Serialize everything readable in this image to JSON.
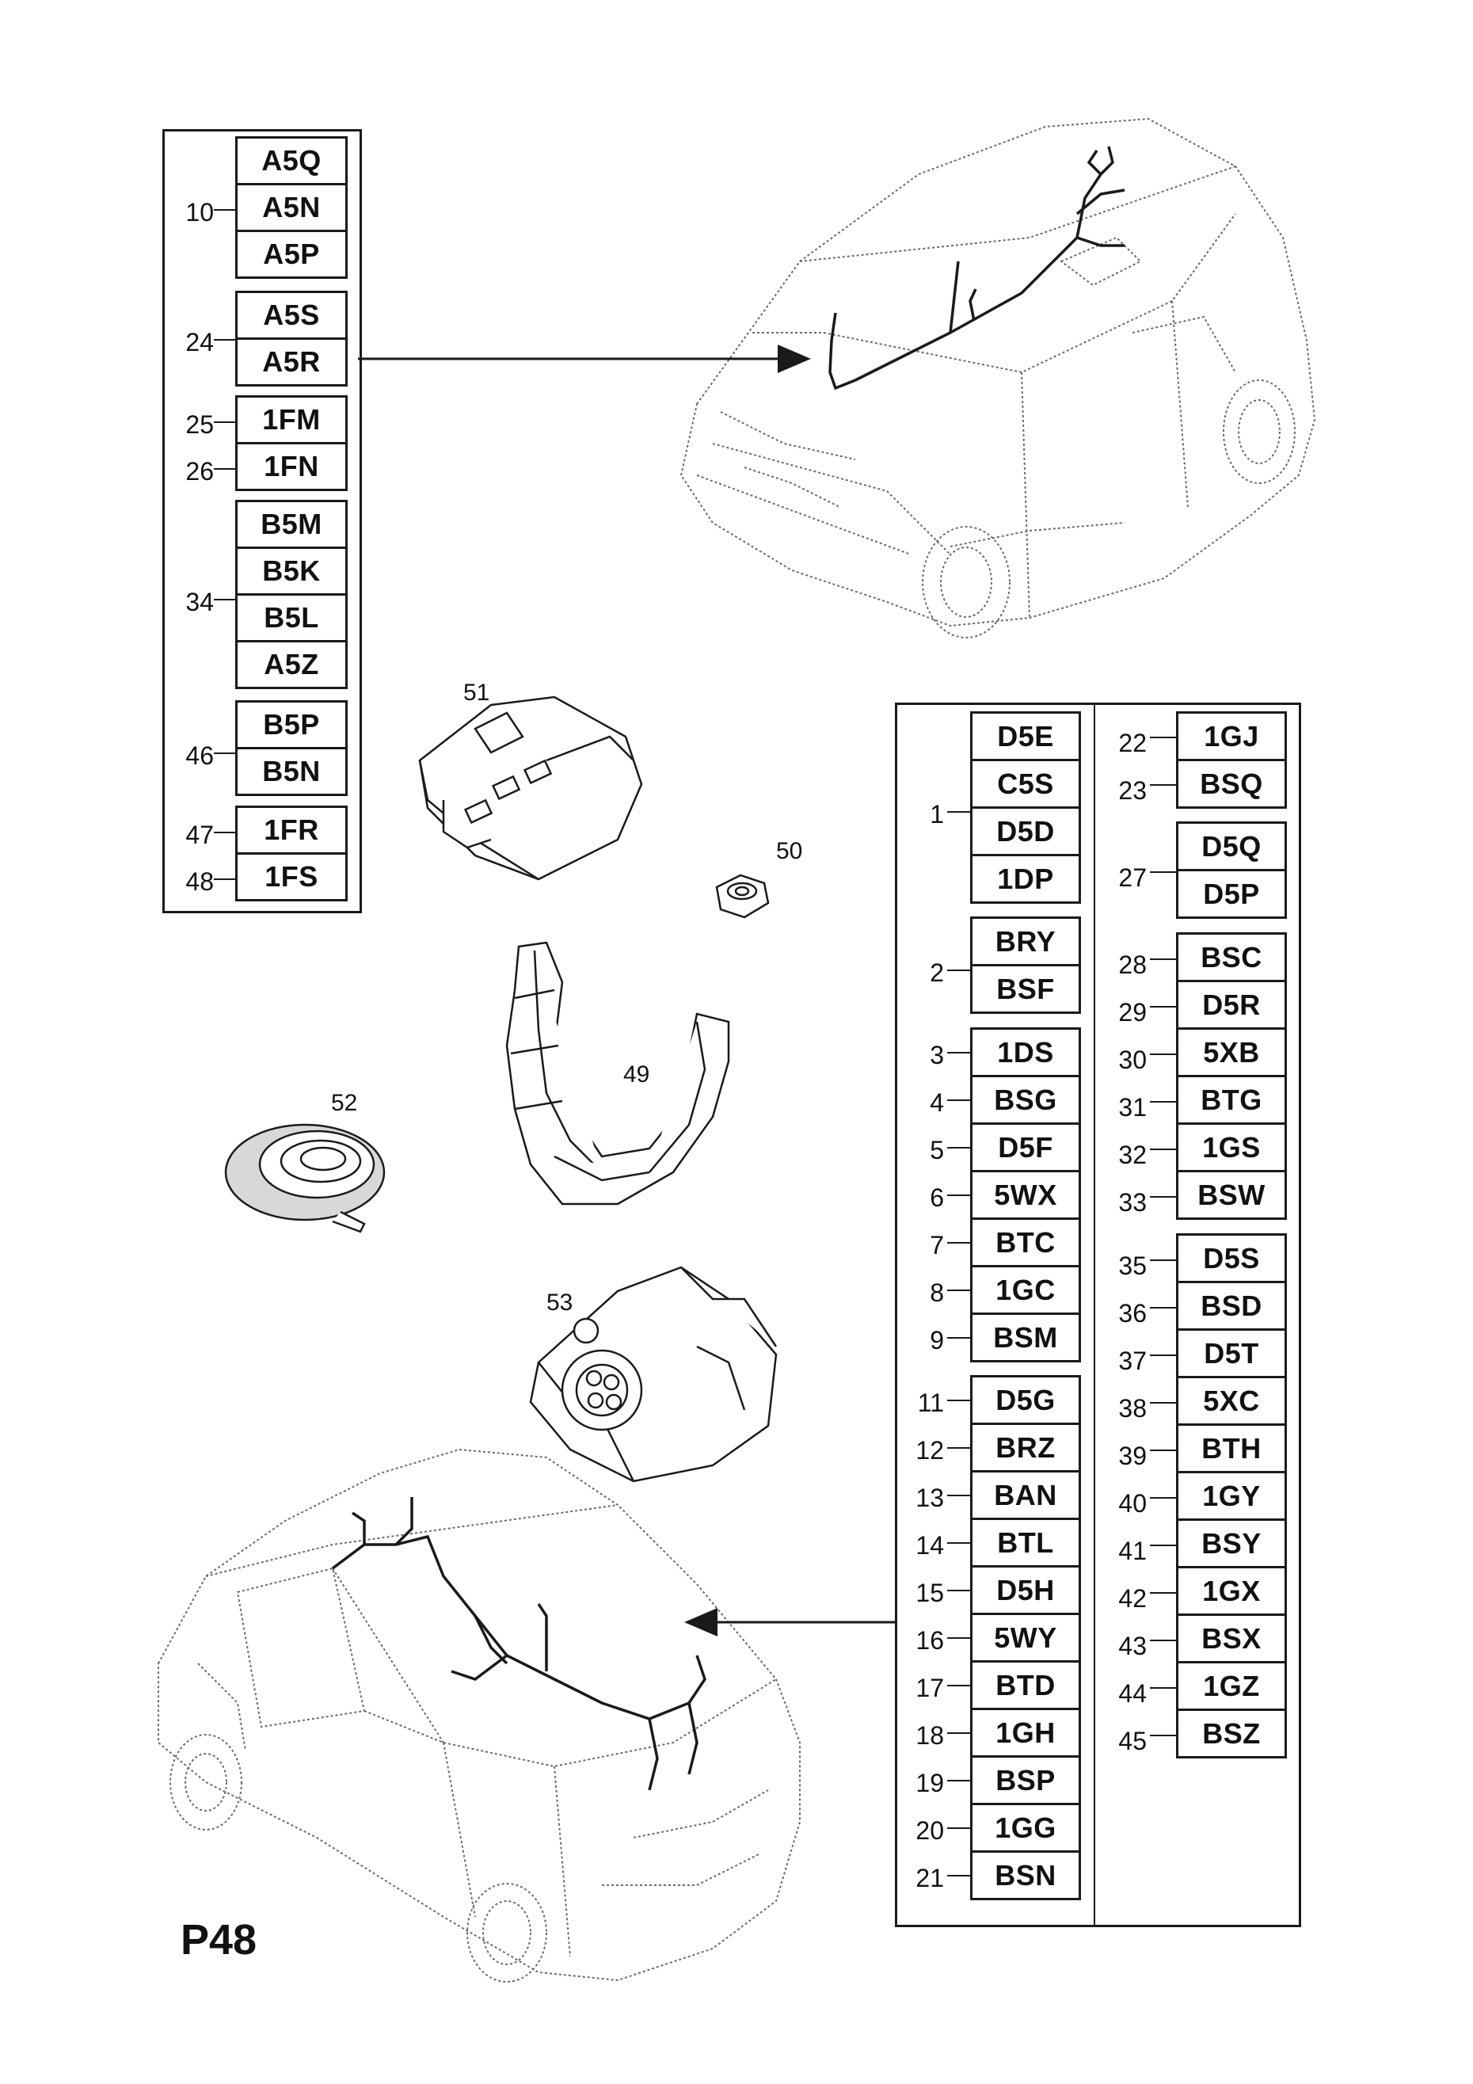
{
  "page_code": "P48",
  "left_table": {
    "groups": [
      {
        "ref": "10",
        "codes": [
          "A5Q",
          "A5N",
          "A5P"
        ]
      },
      {
        "ref": "24",
        "codes": [
          "A5S",
          "A5R"
        ]
      },
      {
        "ref": [
          "25",
          "26"
        ],
        "codes": [
          "1FM",
          "1FN"
        ]
      },
      {
        "ref": "34",
        "codes": [
          "B5M",
          "B5K",
          "B5L",
          "A5Z"
        ]
      },
      {
        "ref": "46",
        "codes": [
          "B5P",
          "B5N"
        ]
      },
      {
        "ref": [
          "47",
          "48"
        ],
        "codes": [
          "1FR",
          "1FS"
        ]
      }
    ]
  },
  "right_table": {
    "col1": [
      {
        "ref": "1",
        "codes": [
          "D5E",
          "C5S",
          "D5D",
          "1DP"
        ]
      },
      {
        "ref": "2",
        "codes": [
          "BRY",
          "BSF"
        ]
      },
      {
        "items": [
          [
            "3",
            "1DS"
          ],
          [
            "4",
            "BSG"
          ],
          [
            "5",
            "D5F"
          ],
          [
            "6",
            "5WX"
          ],
          [
            "7",
            "BTC"
          ],
          [
            "8",
            "1GC"
          ],
          [
            "9",
            "BSM"
          ]
        ]
      },
      {
        "items": [
          [
            "11",
            "D5G"
          ],
          [
            "12",
            "BRZ"
          ],
          [
            "13",
            "BAN"
          ],
          [
            "14",
            "BTL"
          ],
          [
            "15",
            "D5H"
          ],
          [
            "16",
            "5WY"
          ],
          [
            "17",
            "BTD"
          ],
          [
            "18",
            "1GH"
          ],
          [
            "19",
            "BSP"
          ],
          [
            "20",
            "1GG"
          ],
          [
            "21",
            "BSN"
          ]
        ]
      }
    ],
    "col2": [
      {
        "items": [
          [
            "22",
            "1GJ"
          ],
          [
            "23",
            "BSQ"
          ]
        ]
      },
      {
        "ref": "27",
        "codes": [
          "D5Q",
          "D5P"
        ]
      },
      {
        "items": [
          [
            "28",
            "BSC"
          ],
          [
            "29",
            "D5R"
          ],
          [
            "30",
            "5XB"
          ],
          [
            "31",
            "BTG"
          ],
          [
            "32",
            "1GS"
          ],
          [
            "33",
            "BSW"
          ]
        ]
      },
      {
        "items": [
          [
            "35",
            "D5S"
          ],
          [
            "36",
            "BSD"
          ],
          [
            "37",
            "D5T"
          ],
          [
            "38",
            "5XC"
          ],
          [
            "39",
            "BTH"
          ],
          [
            "40",
            "1GY"
          ],
          [
            "41",
            "BSY"
          ],
          [
            "42",
            "1GX"
          ],
          [
            "43",
            "BSX"
          ],
          [
            "44",
            "1GZ"
          ],
          [
            "45",
            "BSZ"
          ]
        ]
      }
    ]
  },
  "part_labels": {
    "p49": "49",
    "p50": "50",
    "p51": "51",
    "p52": "52",
    "p53": "53"
  },
  "icons": [
    "car-top-illustration",
    "car-bottom-illustration",
    "connector-51",
    "nut-50",
    "harness-clip-49",
    "tape-roll-52",
    "connector-53"
  ]
}
